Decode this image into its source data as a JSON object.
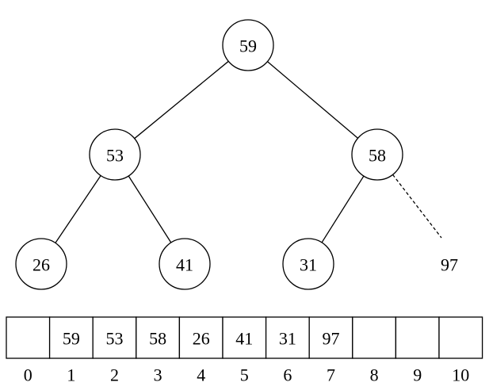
{
  "tree": {
    "nodes": [
      {
        "id": "n1",
        "value": "59"
      },
      {
        "id": "n2",
        "value": "53"
      },
      {
        "id": "n3",
        "value": "58"
      },
      {
        "id": "n4",
        "value": "26"
      },
      {
        "id": "n5",
        "value": "41"
      },
      {
        "id": "n6",
        "value": "31"
      }
    ],
    "edges": [
      {
        "from": "n1",
        "to": "n2",
        "style": "solid"
      },
      {
        "from": "n1",
        "to": "n3",
        "style": "solid"
      },
      {
        "from": "n2",
        "to": "n4",
        "style": "solid"
      },
      {
        "from": "n2",
        "to": "n5",
        "style": "solid"
      },
      {
        "from": "n3",
        "to": "n6",
        "style": "solid"
      },
      {
        "from": "n3",
        "to": "pending",
        "style": "dashed"
      }
    ],
    "pending": {
      "value": "97"
    }
  },
  "array": {
    "cells": [
      "",
      "59",
      "53",
      "58",
      "26",
      "41",
      "31",
      "97",
      "",
      "",
      ""
    ],
    "indices": [
      "0",
      "1",
      "2",
      "3",
      "4",
      "5",
      "6",
      "7",
      "8",
      "9",
      "10"
    ]
  }
}
